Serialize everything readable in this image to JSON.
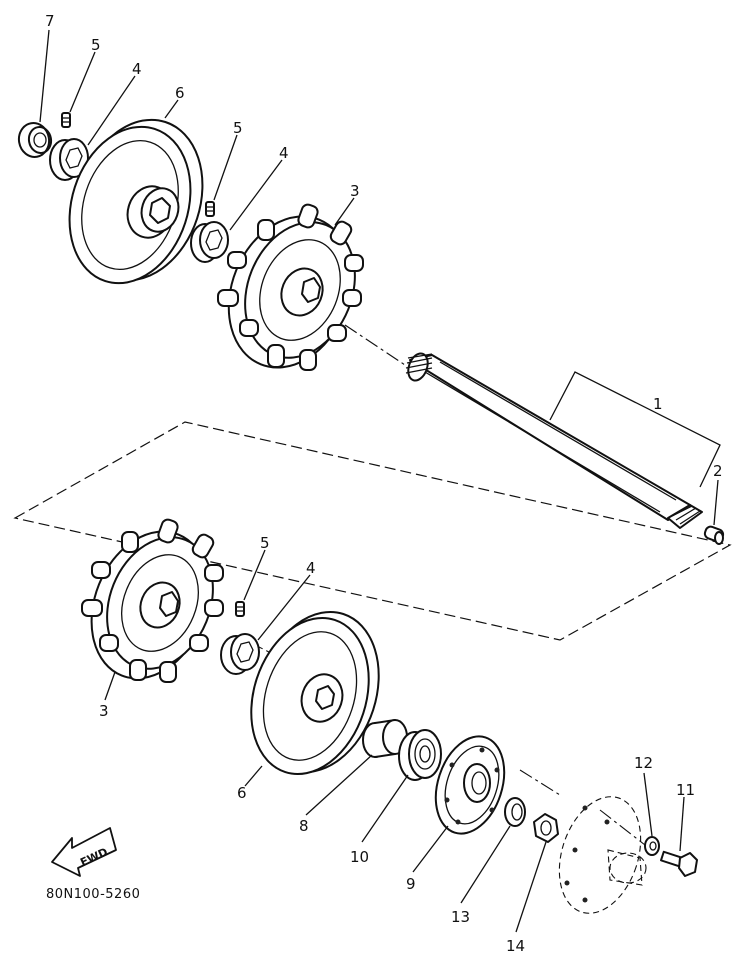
{
  "callouts": {
    "c7": "7",
    "c5a": "5",
    "c4a": "4",
    "c6a": "6",
    "c5b": "5",
    "c4b": "4",
    "c3a": "3",
    "c1": "1",
    "c2": "2",
    "c3b": "3",
    "c5c": "5",
    "c4c": "4",
    "c6b": "6",
    "c8": "8",
    "c10": "10",
    "c9": "9",
    "c13": "13",
    "c14": "14",
    "c12": "12",
    "c11": "11"
  },
  "fwd_label": "FWD",
  "part_number": "80N100-5260"
}
